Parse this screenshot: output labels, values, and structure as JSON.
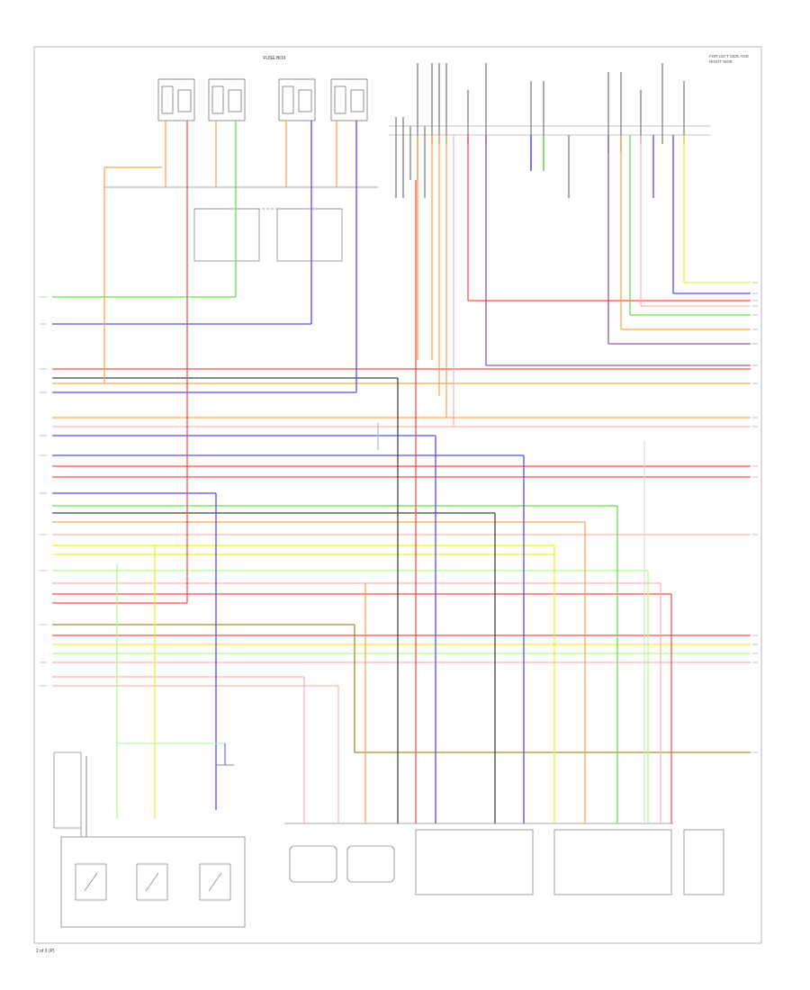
{
  "diagram": {
    "page_code": "2 of 3 (P)",
    "header_block": "FUSE BOX",
    "top_right_note": "FOR LEFT SIDE AND\nRIGHT SIDE"
  },
  "colors": {
    "red": "#ff4d4d",
    "pink": "#ffb3b3",
    "orange": "#ffa64d",
    "green": "#66dd44",
    "lightgreen": "#aaff88",
    "blue": "#4d4dff",
    "yellow": "#eeee33",
    "gray": "#777777",
    "darkgray": "#444444",
    "purple": "#9955aa",
    "olive": "#aa8833",
    "border": "#999999"
  },
  "components": {
    "relays": [
      "",
      "",
      "",
      ""
    ],
    "left_switch": "",
    "center_switches": "",
    "bottom_left_box": "",
    "left_bottom_fuse": "",
    "sensor_left": "",
    "sensor_right": "",
    "bottom_conn_a": "",
    "bottom_conn_b": "",
    "right_block": "",
    "right_component": "",
    "far_right_part": ""
  }
}
